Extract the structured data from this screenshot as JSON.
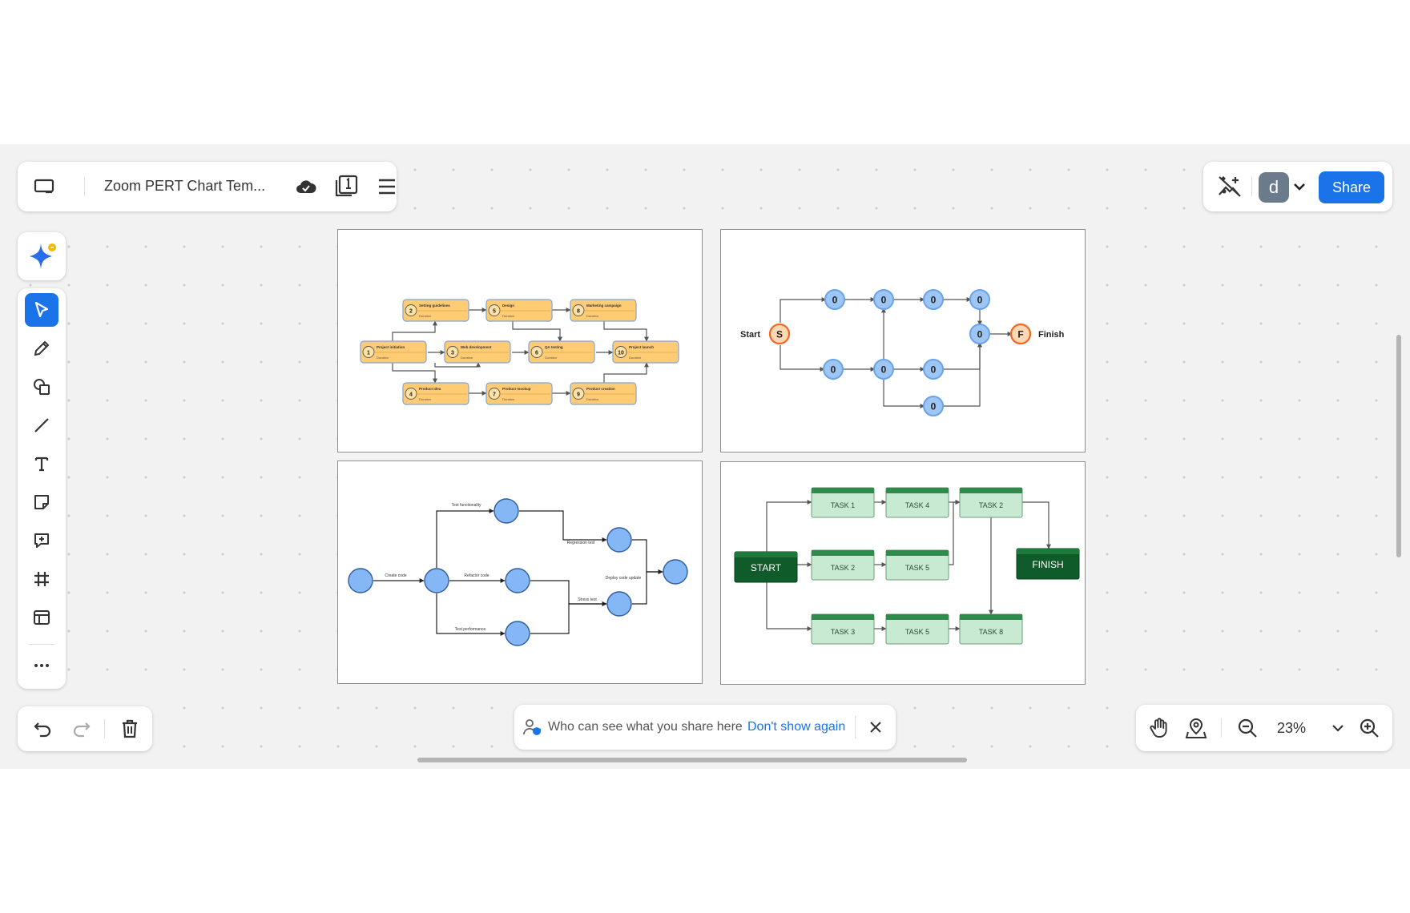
{
  "document": {
    "title": "Zoom PERT Chart Tem..."
  },
  "user": {
    "avatar_letter": "d"
  },
  "share": {
    "label": "Share"
  },
  "notice": {
    "text": "Who can see what you share here",
    "dismiss_label": "Don't show again"
  },
  "zoom": {
    "level": "23%"
  },
  "toolbar": {
    "tools": [
      {
        "name": "select",
        "icon": "cursor-icon",
        "active": true
      },
      {
        "name": "pen",
        "icon": "pen-icon"
      },
      {
        "name": "shapes",
        "icon": "shapes-icon"
      },
      {
        "name": "line",
        "icon": "line-icon"
      },
      {
        "name": "text",
        "icon": "text-icon"
      },
      {
        "name": "sticky-note",
        "icon": "sticky-note-icon"
      },
      {
        "name": "comment",
        "icon": "comment-icon"
      },
      {
        "name": "frame",
        "icon": "frame-icon"
      },
      {
        "name": "template",
        "icon": "template-icon"
      },
      {
        "name": "more",
        "icon": "more-icon"
      }
    ]
  },
  "colors": {
    "accent": "#1a73e8",
    "node_blue": "#9ec6f5",
    "node_orange": "#ffcb73",
    "task_green": "#c9ead2",
    "task_dark_green": "#0f5c2a"
  },
  "frames": {
    "frame1": {
      "nodes": [
        {
          "num": "2",
          "title": "Setting guidelines",
          "sub": "Duration"
        },
        {
          "num": "5",
          "title": "Design",
          "sub": "Duration"
        },
        {
          "num": "8",
          "title": "Marketing campaign",
          "sub": "Duration"
        },
        {
          "num": "1",
          "title": "Project initiation",
          "sub": "Duration"
        },
        {
          "num": "3",
          "title": "Web development",
          "sub": "Duration"
        },
        {
          "num": "6",
          "title": "QA testing",
          "sub": "Duration"
        },
        {
          "num": "10",
          "title": "Project launch",
          "sub": "Duration"
        },
        {
          "num": "4",
          "title": "Product idea",
          "sub": "Duration"
        },
        {
          "num": "7",
          "title": "Product mockup",
          "sub": "Duration"
        },
        {
          "num": "9",
          "title": "Product creation",
          "sub": "Duration"
        }
      ]
    },
    "frame2": {
      "start_letter": "S",
      "finish_letter": "F",
      "start_label": "Start",
      "finish_label": "Finish",
      "node_value": "0"
    },
    "frame3": {
      "labels": [
        "Test functionality",
        "Regression test",
        "Create code",
        "Refactor code",
        "Deploy code update",
        "Stress test",
        "Test performance"
      ]
    },
    "frame4": {
      "start": "START",
      "finish": "FINISH",
      "tasks": [
        "TASK 1",
        "TASK 4",
        "TASK 2",
        "TASK 2",
        "TASK 5",
        "TASK 3",
        "TASK 5",
        "TASK 8"
      ]
    }
  }
}
